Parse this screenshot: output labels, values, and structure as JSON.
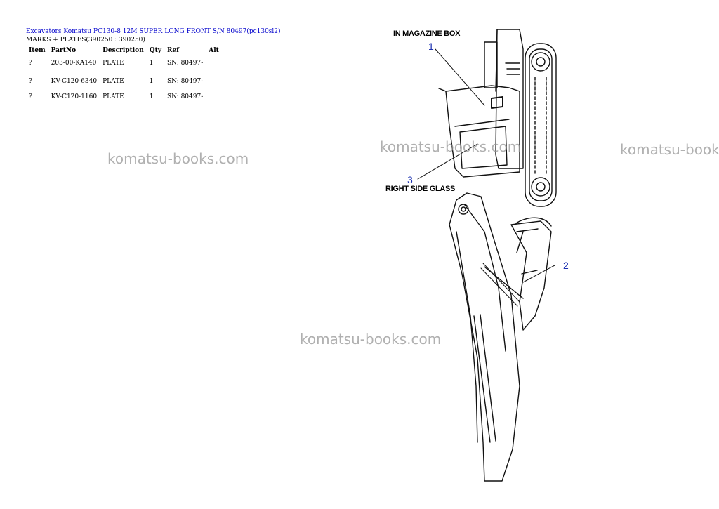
{
  "breadcrumb": {
    "category": "Excavators Komatsu",
    "model": "PC130-8 12M SUPER LONG FRONT S/N 80497(pc130sl2)"
  },
  "section_title": "MARKS + PLATES(390250 : 390250)",
  "table": {
    "headers": [
      "Item",
      "PartNo",
      "Description",
      "Qty",
      "Ref",
      "Alt"
    ],
    "rows": [
      {
        "item": "?",
        "part_no": "203-00-KA140",
        "description": "PLATE",
        "qty": "1",
        "ref": "SN: 80497-",
        "alt": ""
      },
      {
        "item": "?",
        "part_no": "KV-C120-6340",
        "description": "PLATE",
        "qty": "1",
        "ref": "SN: 80497-",
        "alt": ""
      },
      {
        "item": "?",
        "part_no": "KV-C120-1160",
        "description": "PLATE",
        "qty": "1",
        "ref": "SN: 80497-",
        "alt": ""
      }
    ]
  },
  "watermark": "komatsu-books.com",
  "diagram": {
    "label_magazine": "IN MAGAZINE BOX",
    "label_glass": "RIGHT SIDE GLASS",
    "callout_1": "1",
    "callout_2": "2",
    "callout_3": "3"
  }
}
